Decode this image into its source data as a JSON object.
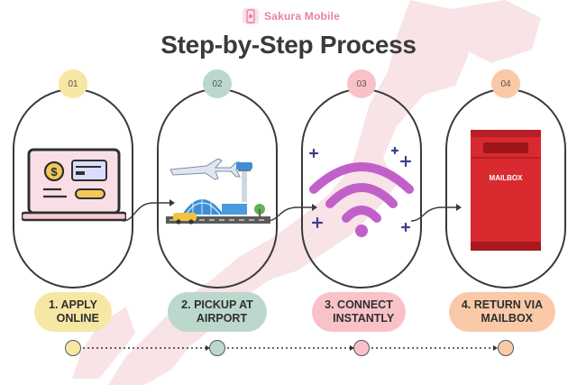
{
  "brand": {
    "name": "Sakura Mobile"
  },
  "title": "Step-by-Step Process",
  "steps": [
    {
      "num": "01",
      "label": "1. APPLY\n   ONLINE",
      "color": "#f7e7a4"
    },
    {
      "num": "02",
      "label": "2. PICKUP AT\n   AIRPORT",
      "color": "#bcd8cd"
    },
    {
      "num": "03",
      "label": "3. CONNECT\n   INSTANTLY",
      "color": "#f9c2c8"
    },
    {
      "num": "04",
      "label": "4. RETURN VIA\n   MAILBOX",
      "color": "#f9c9a8"
    }
  ],
  "mailbox_label": "MAILBOX",
  "colors": {
    "dark": "#3a3a3a",
    "pink": "#e7849e",
    "wifi": "#c160c9",
    "red": "#d82a2f",
    "map": "#f7e4e7"
  },
  "icons": [
    "sakura-logo-icon",
    "laptop-payment-icon",
    "airplane-airport-icon",
    "wifi-icon",
    "mailbox-icon"
  ]
}
